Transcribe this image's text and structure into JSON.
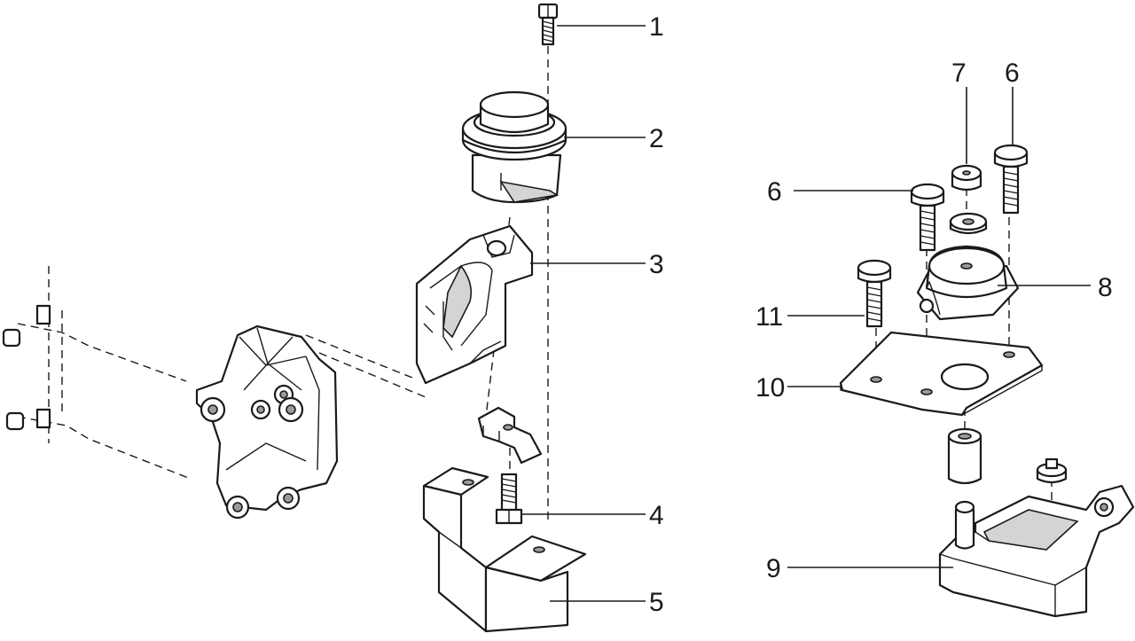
{
  "diagram": {
    "callouts": [
      {
        "id": "c1",
        "text": "1"
      },
      {
        "id": "c2",
        "text": "2"
      },
      {
        "id": "c3",
        "text": "3"
      },
      {
        "id": "c4",
        "text": "4"
      },
      {
        "id": "c5",
        "text": "5"
      },
      {
        "id": "c6a",
        "text": "6"
      },
      {
        "id": "c6b",
        "text": "6"
      },
      {
        "id": "c7",
        "text": "7"
      },
      {
        "id": "c8",
        "text": "8"
      },
      {
        "id": "c9",
        "text": "9"
      },
      {
        "id": "c10",
        "text": "10"
      },
      {
        "id": "c11",
        "text": "11"
      }
    ]
  }
}
